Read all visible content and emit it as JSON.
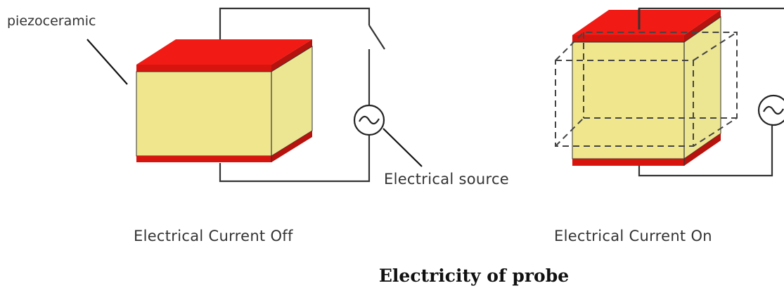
{
  "colors": {
    "ceramic_front": "#efe68e",
    "ceramic_side": "#ece592",
    "electrode_red": "#f21a14",
    "electrode_dark": "#b6120e",
    "wire": "#333333"
  },
  "icons": {
    "source": "ac-source-icon"
  },
  "labels": {
    "piezoceramic": "piezoceramic",
    "electrical_source": "Electrical source",
    "current_off": "Electrical Current Off",
    "current_on": "Electrical Current On"
  },
  "caption": "Electricity of probe"
}
